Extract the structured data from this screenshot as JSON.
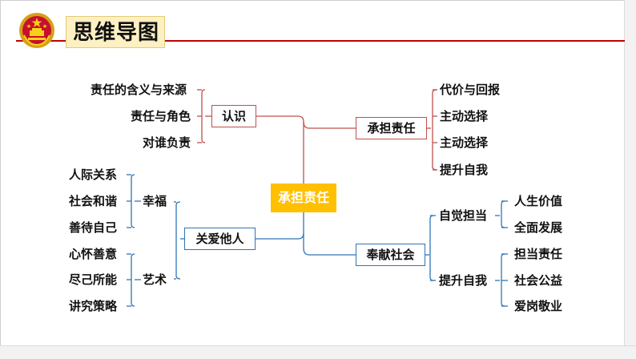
{
  "slide": {
    "title": "思维导图",
    "emblem_icon": "national-emblem-icon"
  },
  "colors": {
    "red_branch": "#c0504d",
    "blue_branch": "#2e75b6",
    "center_fill": "#ffc000",
    "title_fill": "#fdf0c2",
    "top_rule": "#c00000"
  },
  "mindmap": {
    "center": "承担责任",
    "left": {
      "renshi": {
        "label": "认识",
        "children": [
          "责任的含义与来源",
          "责任与角色",
          "对谁负责"
        ]
      },
      "guanai": {
        "label": "关爱他人",
        "xingfu": {
          "label": "幸福",
          "children": [
            "人际关系",
            "社会和谐",
            "善待自己"
          ]
        },
        "yishu": {
          "label": "艺术",
          "children": [
            "心怀善意",
            "尽己所能",
            "讲究策略"
          ]
        }
      }
    },
    "right": {
      "chengdan": {
        "label": "承担责任",
        "children": [
          "代价与回报",
          "主动选择",
          "主动选择",
          "提升自我"
        ]
      },
      "fengxian": {
        "label": "奉献社会",
        "zijue": {
          "label": "自觉担当",
          "children": [
            "人生价值",
            "全面发展"
          ]
        },
        "tisheng": {
          "label": "提升自我",
          "children": [
            "担当责任",
            "社会公益",
            "爱岗敬业"
          ]
        }
      }
    }
  }
}
